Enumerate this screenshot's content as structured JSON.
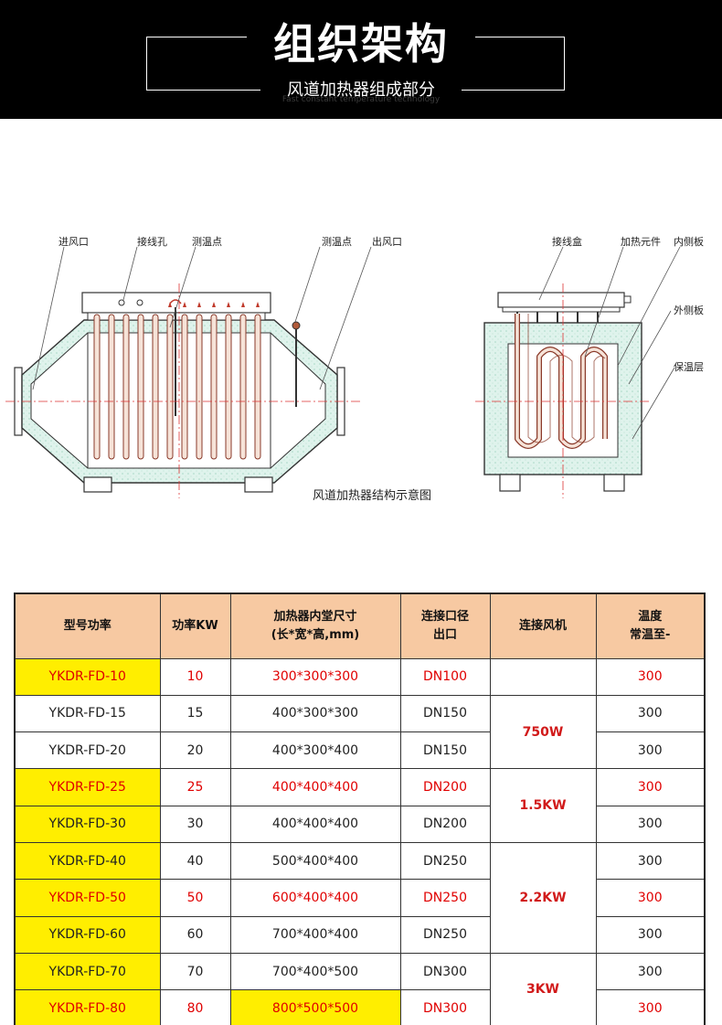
{
  "header": {
    "title": "组织架构",
    "subtitle": "风道加热器组成部分",
    "subtitle_en": "Fast constant temperature technology"
  },
  "diagram": {
    "labels_left": [
      "进风口",
      "接线孔",
      "测温点",
      "测温点",
      "出风口"
    ],
    "labels_right": [
      "接线盒",
      "加热元件",
      "内侧板",
      "外侧板",
      "保温层"
    ],
    "caption": "风道加热器结构示意图"
  },
  "table": {
    "headers": [
      "型号功率",
      "功率KW",
      "加热器内堂尺寸(长*宽*高,mm)",
      "连接口径出口",
      "连接风机",
      "温度常温至-"
    ],
    "header_lines": [
      [
        "型号功率"
      ],
      [
        "功率KW"
      ],
      [
        "加热器内堂尺寸",
        "(长*宽*高,mm)"
      ],
      [
        "连接口径",
        "出口"
      ],
      [
        "连接风机"
      ],
      [
        "温度",
        "常温至-"
      ]
    ],
    "rows": [
      {
        "model": "YKDR-FD-10",
        "power": "10",
        "size": "300*300*300",
        "port": "DN100",
        "temp": "300"
      },
      {
        "model": "YKDR-FD-15",
        "power": "15",
        "size": "400*300*300",
        "port": "DN150",
        "temp": "300"
      },
      {
        "model": "YKDR-FD-20",
        "power": "20",
        "size": "400*300*400",
        "port": "DN150",
        "temp": "300"
      },
      {
        "model": "YKDR-FD-25",
        "power": "25",
        "size": "400*400*400",
        "port": "DN200",
        "temp": "300"
      },
      {
        "model": "YKDR-FD-30",
        "power": "30",
        "size": "400*400*400",
        "port": "DN200",
        "temp": "300"
      },
      {
        "model": "YKDR-FD-40",
        "power": "40",
        "size": "500*400*400",
        "port": "DN250",
        "temp": "300"
      },
      {
        "model": "YKDR-FD-50",
        "power": "50",
        "size": "600*400*400",
        "port": "DN250",
        "temp": "300"
      },
      {
        "model": "YKDR-FD-60",
        "power": "60",
        "size": "700*400*400",
        "port": "DN250",
        "temp": "300"
      },
      {
        "model": "YKDR-FD-70",
        "power": "70",
        "size": "700*400*500",
        "port": "DN300",
        "temp": "300"
      },
      {
        "model": "YKDR-FD-80",
        "power": "80",
        "size": "800*500*500",
        "port": "DN300",
        "temp": "300"
      }
    ],
    "fans": [
      "750W",
      "1.5KW",
      "2.2KW",
      "3KW"
    ]
  },
  "colors": {
    "header_bg": "#f7c9a2",
    "highlight_yellow": "#ffee00",
    "highlight_red": "#e00000",
    "insulation_fill": "#dff3ec"
  }
}
